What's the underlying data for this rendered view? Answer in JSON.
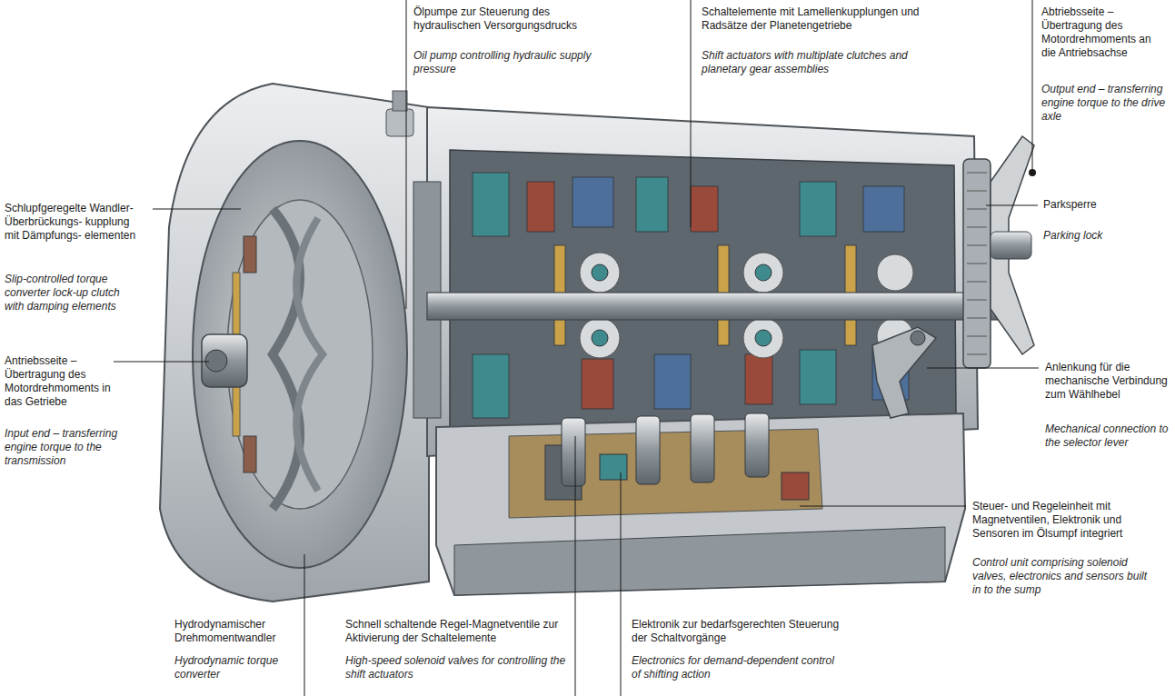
{
  "diagram": {
    "labels": [
      "Ölpumpe zur Steuerung des hydraulischen Versorgungsdrucks",
      "Oil pump controlling hydraulic supply pressure",
      "Schaltelemente mit Lamellenkupplungen und Radsätze der Planetengetriebe",
      "Shift actuators with multiplate clutches and planetary gear assemblies",
      "Abtriebsseite – Übertragung des Motordrehmoments an die Antriebsachse",
      "Output end – transferring engine torque to the drive axle",
      "Schlupfgeregelte Wandler-Überbrückungs- kupplung mit Dämpfungs- elementen",
      "Slip-controlled torque converter lock-up clutch with damping elements",
      "Parksperre",
      "Parking lock",
      "Antriebsseite – Übertragung des Motordrehmoments in das Getriebe",
      "Input end – transferring engine torque to the transmission",
      "Anlenkung für die mechanische Verbindung zum Wählhebel",
      "Mechanical connection to the selector lever",
      "Steuer- und Regeleinheit mit Magnetventilen, Elektronik und Sensoren im Ölsumpf integriert",
      "Control unit comprising solenoid valves, electronics and sensors built in to the sump",
      "Hydrodynamischer Drehmomentwandler",
      "Hydrodynamic torque converter",
      "Schnell schaltende Regel-Magnetventile zur Aktivierung der Schaltelemente",
      "High-speed solenoid valves for controlling the shift actuators",
      "Elektronik zur bedarfsgerechten Steuerung der Schaltvorgänge",
      "Electronics for demand-dependent control of shifting action"
    ]
  }
}
